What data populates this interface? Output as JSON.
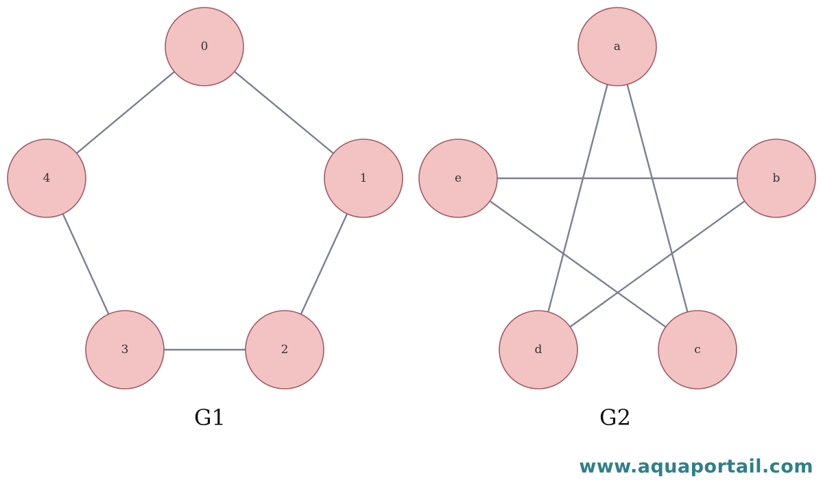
{
  "style": {
    "node_fill": "#f2c3c2",
    "node_stroke": "#a25a63",
    "edge_color": "#7a7f96",
    "watermark_color": "#2f7f8a"
  },
  "graphs": [
    {
      "id": "g1",
      "caption": "G1",
      "nodes": [
        "0",
        "1",
        "2",
        "3",
        "4"
      ],
      "edges": [
        [
          "0",
          "1"
        ],
        [
          "1",
          "2"
        ],
        [
          "2",
          "3"
        ],
        [
          "3",
          "4"
        ],
        [
          "4",
          "0"
        ]
      ]
    },
    {
      "id": "g2",
      "caption": "G2",
      "nodes": [
        "a",
        "b",
        "c",
        "d",
        "e"
      ],
      "edges": [
        [
          "a",
          "d"
        ],
        [
          "a",
          "c"
        ],
        [
          "b",
          "e"
        ],
        [
          "b",
          "d"
        ],
        [
          "e",
          "c"
        ]
      ]
    }
  ],
  "watermark": "www.aquaportail.com"
}
